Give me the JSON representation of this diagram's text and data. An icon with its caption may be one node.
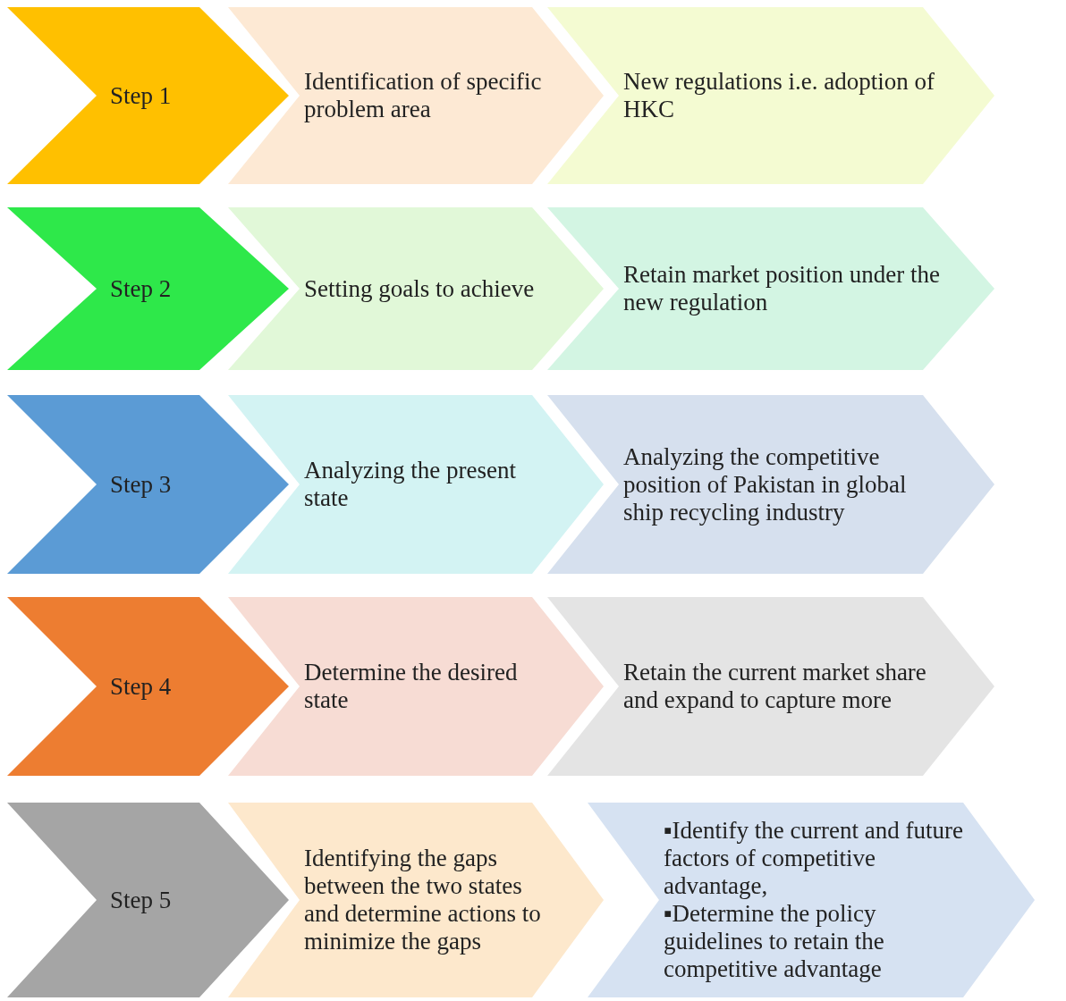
{
  "diagram": {
    "nodes": [
      {
        "text": [
          "Step 1"
        ]
      },
      {
        "text": [
          "Identification of specific problem area"
        ]
      },
      {
        "text": [
          "New regulations i.e. adoption of HKC"
        ]
      },
      {
        "text": [
          "Step 2"
        ]
      },
      {
        "text": [
          "Setting goals to achieve"
        ]
      },
      {
        "text": [
          "Retain market position under the new regulation"
        ]
      },
      {
        "text": [
          "Step 3"
        ]
      },
      {
        "text": [
          "Analyzing the present state"
        ]
      },
      {
        "text": [
          "Analyzing the competitive position of Pakistan in global ship recycling industry"
        ]
      },
      {
        "text": [
          "Step 4"
        ]
      },
      {
        "text": [
          "Determine the desired state"
        ]
      },
      {
        "text": [
          "Retain the current market share and expand to capture more"
        ]
      },
      {
        "text": [
          "Step 5"
        ]
      },
      {
        "text": [
          "Identifying the gaps between the two states and determine actions to minimize the gaps"
        ]
      },
      {
        "text": [
          "▪Identify the current and future factors of competitive advantage,",
          "▪Determine the policy guidelines to retain the competitive advantage"
        ]
      }
    ]
  }
}
